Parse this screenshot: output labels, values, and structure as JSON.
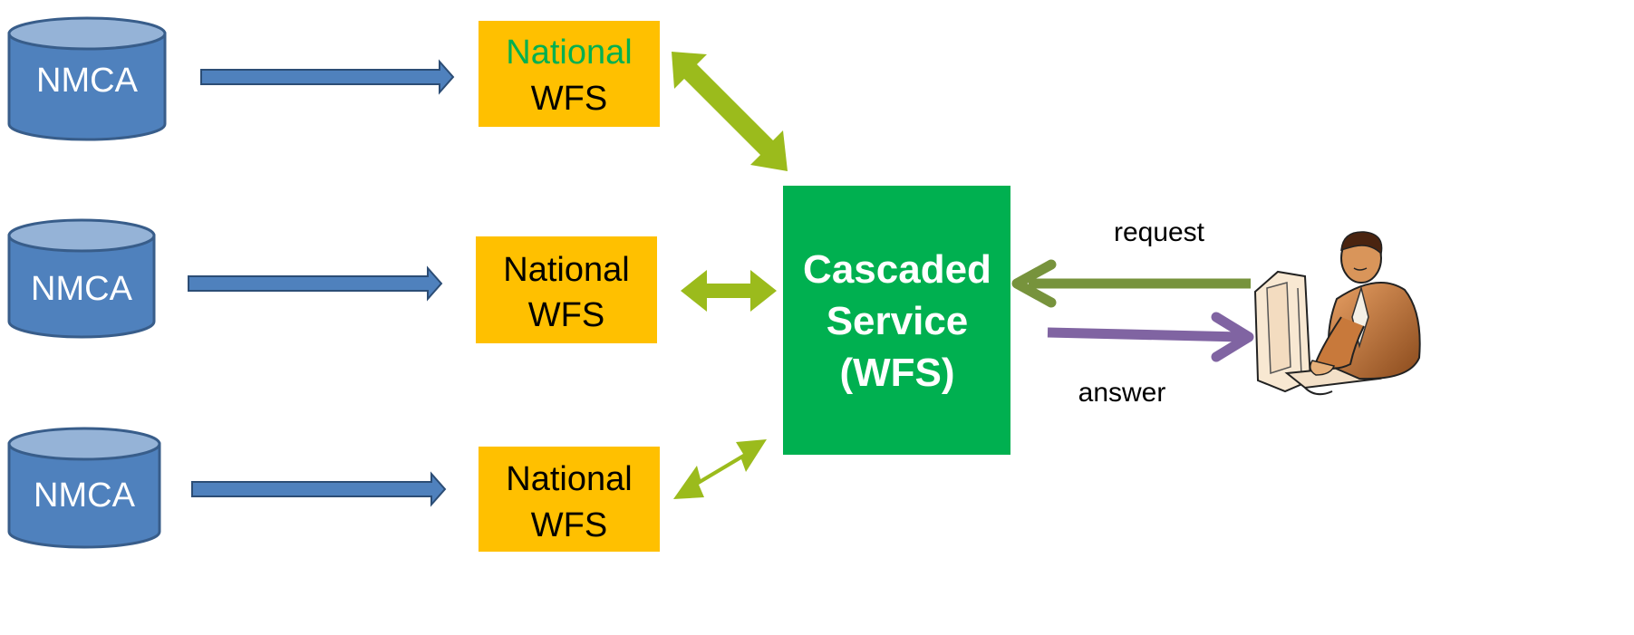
{
  "colors": {
    "db_fill": "#4f81bd",
    "db_top": "#95b3d7",
    "db_stroke": "#385d8a",
    "arrow_blue": "#4f81bd",
    "arrow_blue_stroke": "#2c4d75",
    "national_box": "#ffc000",
    "cascade_box": "#00b050",
    "bidir_green": "#9bbb1c",
    "request_arrow": "#77933c",
    "answer_arrow": "#8064a2",
    "highlight_green": "#00b050"
  },
  "databases": [
    {
      "label": "NMCA"
    },
    {
      "label": "NMCA"
    },
    {
      "label": "NMCA"
    }
  ],
  "national_wfs": [
    {
      "line1": "National",
      "line2": "WFS",
      "line1_color": "green"
    },
    {
      "line1": "National",
      "line2": "WFS",
      "line1_color": "black"
    },
    {
      "line1": "National",
      "line2": "WFS",
      "line1_color": "black"
    }
  ],
  "cascaded": {
    "line1": "Cascaded",
    "line2": "Service",
    "line3": "(WFS)"
  },
  "labels": {
    "request": "request",
    "answer": "answer"
  },
  "icons": {
    "database": "database-cylinder-icon",
    "user": "user-at-computer-icon"
  }
}
